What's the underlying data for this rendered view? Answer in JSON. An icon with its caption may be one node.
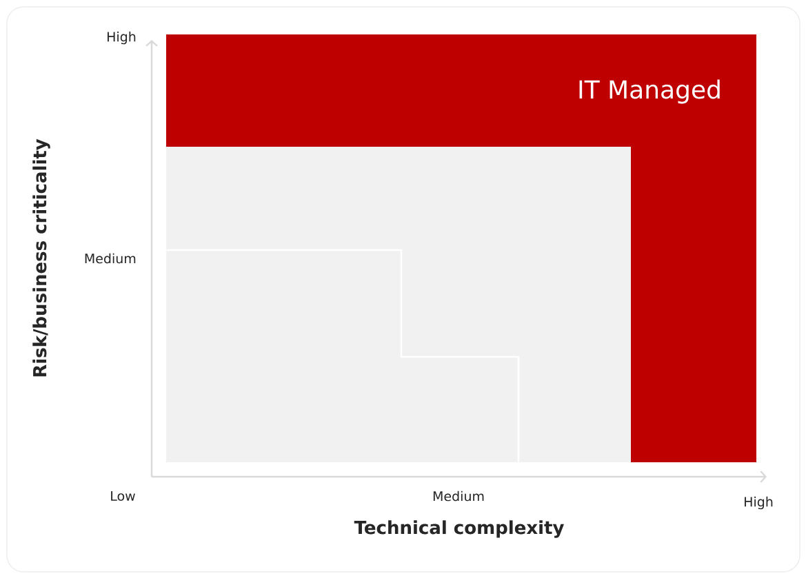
{
  "diagram": {
    "nodes": [
      {
        "text": [
          "IT Managed"
        ]
      }
    ],
    "edges": [],
    "labels": [
      "High",
      "Medium",
      "Risk/business criticality",
      "Low",
      "Medium",
      "High",
      "Technical complexity"
    ]
  }
}
